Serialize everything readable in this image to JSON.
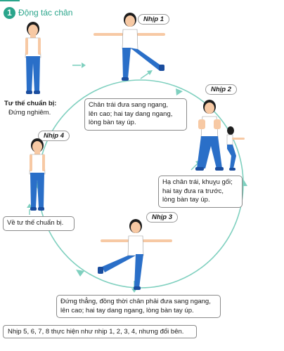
{
  "section": {
    "number": "1",
    "title": "Động tác chân"
  },
  "start": {
    "title": "Tư thế chuẩn bị:",
    "desc": "Đứng nghiêm."
  },
  "steps": [
    {
      "tag": "Nhịp 1",
      "lines": [
        "Chân trái đưa sang ngang,",
        "lên cao; hai tay dang ngang,",
        "lòng bàn tay úp."
      ]
    },
    {
      "tag": "Nhịp 2",
      "lines": [
        "Hạ chân trái, khuỵu gối;",
        "hai tay đưa ra trước,",
        "lòng bàn tay úp."
      ]
    },
    {
      "tag": "Nhịp 3",
      "lines": [
        "Đứng thẳng, đồng thời chân phải đưa sang ngang,",
        "lên cao; hai tay dang ngang, lòng bàn tay úp."
      ]
    },
    {
      "tag": "Nhịp 4",
      "lines": [
        "Về tư thế chuẩn bị."
      ]
    }
  ],
  "footer_note": "Nhịp 5, 6, 7, 8 thực hiện như nhịp 1, 2, 3, 4, nhưng đổi bên.",
  "colors": {
    "accent": "#2aa58b",
    "shirt": "#ffffff",
    "pants": "#2a6fc8",
    "skin": "#f7c9a4",
    "hair": "#1e1e1e",
    "shoe": "#1a4d9e"
  }
}
